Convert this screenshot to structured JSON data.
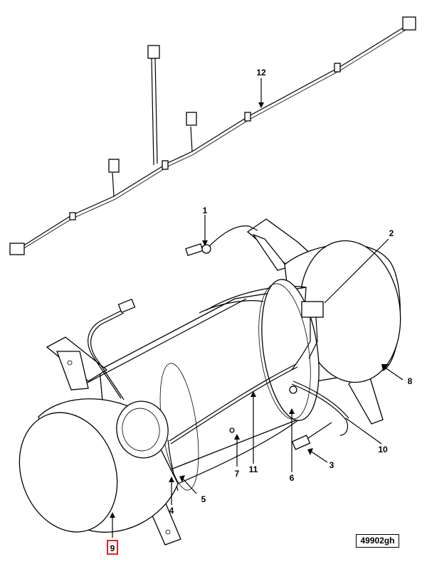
{
  "figure_id": "49902gh",
  "highlighted_callout": "9",
  "callouts": {
    "c1": "1",
    "c2": "2",
    "c3": "3",
    "c4": "4",
    "c5": "5",
    "c6": "6",
    "c7": "7",
    "c8": "8",
    "c9": "9",
    "c10": "10",
    "c11": "11",
    "c12": "12"
  },
  "colors": {
    "line": "#000000",
    "highlight": "#e32222",
    "background": "#ffffff"
  }
}
